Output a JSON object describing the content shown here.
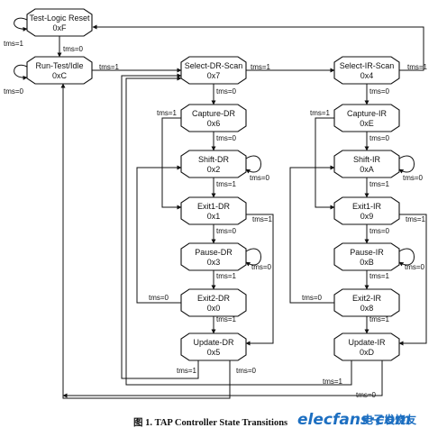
{
  "diagram": {
    "nodes": {
      "tlr": {
        "name": "Test-Logic Reset",
        "code": "0xF"
      },
      "rti": {
        "name": "Run-Test/Idle",
        "code": "0xC"
      },
      "sdr": {
        "name": "Select-DR-Scan",
        "code": "0x7"
      },
      "sir": {
        "name": "Select-IR-Scan",
        "code": "0x4"
      },
      "cdr": {
        "name": "Capture-DR",
        "code": "0x6"
      },
      "cir": {
        "name": "Capture-IR",
        "code": "0xE"
      },
      "shdr": {
        "name": "Shift-DR",
        "code": "0x2"
      },
      "shir": {
        "name": "Shift-IR",
        "code": "0xA"
      },
      "e1dr": {
        "name": "Exit1-DR",
        "code": "0x1"
      },
      "e1ir": {
        "name": "Exit1-IR",
        "code": "0x9"
      },
      "pdr": {
        "name": "Pause-DR",
        "code": "0x3"
      },
      "pir": {
        "name": "Pause-IR",
        "code": "0xB"
      },
      "e2dr": {
        "name": "Exit2-DR",
        "code": "0x0"
      },
      "e2ir": {
        "name": "Exit2-IR",
        "code": "0x8"
      },
      "udr": {
        "name": "Update-DR",
        "code": "0x5"
      },
      "uir": {
        "name": "Update-IR",
        "code": "0xD"
      }
    },
    "edge_labels": {
      "tms0": "tms=0",
      "tms1": "tms=1"
    },
    "caption": "图 1. TAP Controller State Transitions",
    "watermark": {
      "site": "elecfans·com",
      "cn": "电子发烧友"
    }
  }
}
